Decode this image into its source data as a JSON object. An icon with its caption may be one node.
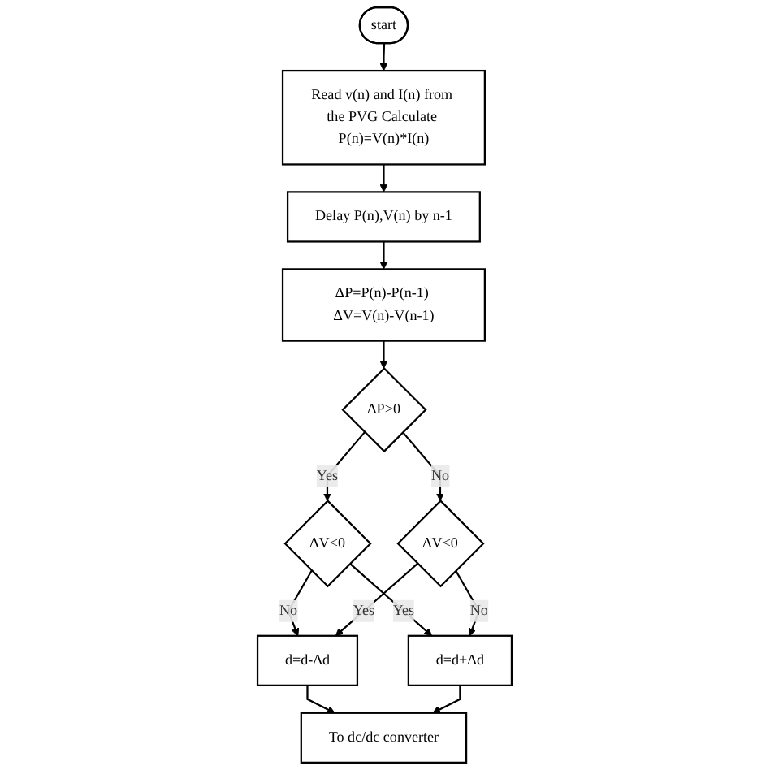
{
  "diagram": {
    "nodes": [
      {
        "text": [
          "start"
        ]
      },
      {
        "text": [
          "Read v(n) and I(n) from the PVG Calculate P(n)=V(n)*I(n)"
        ]
      },
      {
        "text": [
          "Delay P(n),V(n) by n-1"
        ]
      },
      {
        "text": [
          "ΔP=P(n)-P(n-1) ΔV=V(n)-V(n-1)"
        ]
      },
      {
        "text": [
          "ΔP>0"
        ]
      },
      {
        "text": [
          "ΔV<0"
        ]
      },
      {
        "text": [
          "ΔV<0"
        ]
      },
      {
        "text": [
          "d=d-Δd"
        ]
      },
      {
        "text": [
          "d=d+Δd"
        ]
      },
      {
        "text": [
          "To dc/dc converter"
        ]
      }
    ],
    "edges": [
      {
        "from": 0,
        "to": 1,
        "arrow": "to"
      },
      {
        "from": 1,
        "to": 2,
        "arrow": "to"
      },
      {
        "from": 2,
        "to": 3,
        "arrow": "to"
      },
      {
        "from": 3,
        "to": 4,
        "arrow": "to"
      },
      {
        "from": 4,
        "to": 5,
        "arrow": "to",
        "label": "Yes"
      },
      {
        "from": 4,
        "to": 6,
        "arrow": "to",
        "label": "No"
      },
      {
        "from": 5,
        "to": 8,
        "arrow": "to",
        "label": "Yes"
      },
      {
        "from": 5,
        "to": 7,
        "arrow": "to",
        "label": "No"
      },
      {
        "from": 6,
        "to": 7,
        "arrow": "to",
        "label": "Yes"
      },
      {
        "from": 6,
        "to": 8,
        "arrow": "to",
        "label": "No"
      },
      {
        "from": 7,
        "to": 9,
        "arrow": "to"
      },
      {
        "from": 8,
        "to": 9,
        "arrow": "to"
      }
    ]
  }
}
